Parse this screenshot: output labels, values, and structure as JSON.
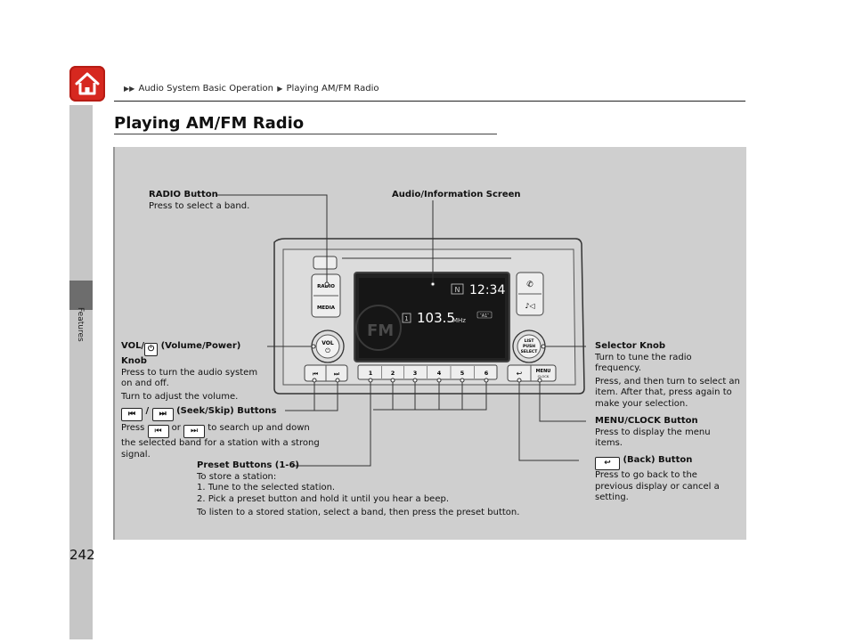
{
  "page": {
    "number": "242",
    "side_label": "Features",
    "title": "Playing AM/FM Radio"
  },
  "breadcrumb": {
    "part1": "Audio System Basic Operation",
    "part2": "Playing AM/FM Radio"
  },
  "unit": {
    "time": "12:34",
    "band_indicator": "N",
    "preset_index": "1",
    "frequency": "103.5",
    "frequency_unit": "MHz",
    "band_watermark": "FM",
    "channel_badge": "″A1″",
    "radio_label": "RADIO",
    "media_label": "MEDIA",
    "vol_label": "VOL",
    "list_label": "LIST",
    "push_label": "PUSH",
    "select_label": "SELECT",
    "menu_label": "MENU",
    "clock_label": "CLOCK",
    "presets": [
      "1",
      "2",
      "3",
      "4",
      "5",
      "6"
    ]
  },
  "callouts": {
    "radio_title": "RADIO Button",
    "radio_desc": "Press to select a band.",
    "screen_title": "Audio/Information Screen",
    "vol_title_a": "VOL/",
    "vol_title_b": " (Volume/Power) Knob",
    "vol_desc1": "Press to turn the audio system",
    "vol_desc2": "on and off.",
    "vol_desc3": "Turn to adjust the volume.",
    "seek_slash": " / ",
    "seek_title": " (Seek/Skip) Buttons",
    "seek_press": "Press ",
    "seek_or": " or ",
    "seek_desc1": " to search up and down",
    "seek_desc2": "the selected band for a station with a strong",
    "seek_desc3": "signal.",
    "selector_title": "Selector Knob",
    "selector_desc1": "Turn to tune the radio",
    "selector_desc2": "frequency.",
    "selector_desc3": "Press, and then turn to select an",
    "selector_desc4": "item. After that, press again to",
    "selector_desc5": "make your selection.",
    "menu_title": "MENU/CLOCK Button",
    "menu_desc1": "Press to display the menu",
    "menu_desc2": "items.",
    "back_title": " (Back) Button",
    "back_desc1": "Press to go back to the",
    "back_desc2": "previous display or cancel a",
    "back_desc3": "setting.",
    "preset_title": "Preset Buttons (1-6)",
    "preset_desc1": "To store a station:",
    "preset_desc2": "1.  Tune to the selected station.",
    "preset_desc3": "2.  Pick a preset button and hold it until you hear a beep.",
    "preset_desc4": "To listen to a stored station, select a band, then press the preset button."
  }
}
